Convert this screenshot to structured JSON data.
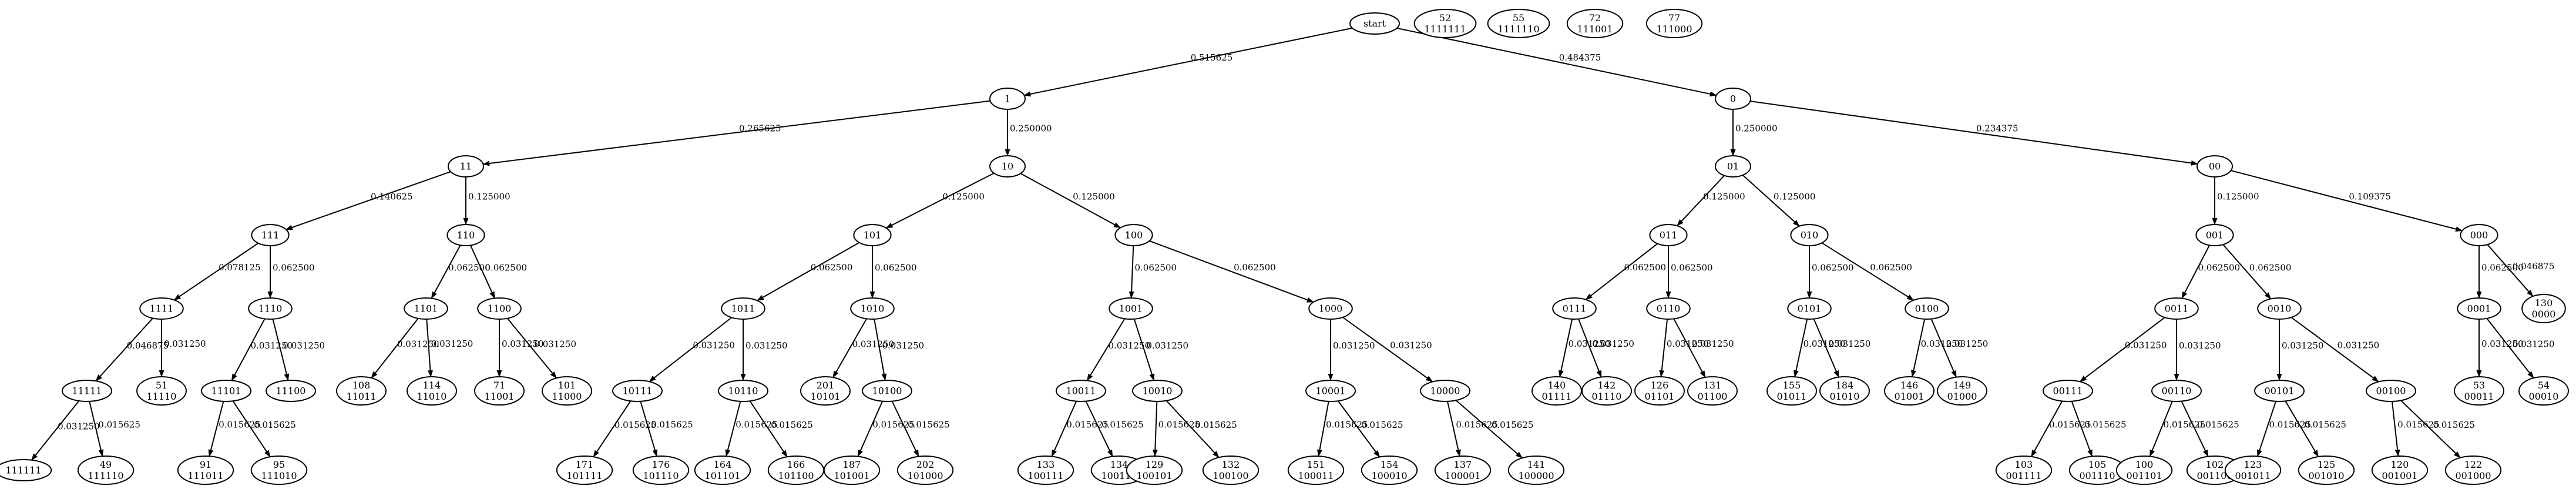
{
  "tree": {
    "nodes": [
      {
        "id": "start",
        "lines": [
          "start"
        ]
      },
      {
        "id": "f52",
        "lines": [
          "52",
          "1111111"
        ]
      },
      {
        "id": "f55",
        "lines": [
          "55",
          "1111110"
        ]
      },
      {
        "id": "f72",
        "lines": [
          "72",
          "111001"
        ]
      },
      {
        "id": "f77",
        "lines": [
          "77",
          "111000"
        ]
      },
      {
        "id": "n1",
        "lines": [
          "1"
        ]
      },
      {
        "id": "n0",
        "lines": [
          "0"
        ]
      },
      {
        "id": "n11",
        "lines": [
          "11"
        ]
      },
      {
        "id": "n10",
        "lines": [
          "10"
        ]
      },
      {
        "id": "n01",
        "lines": [
          "01"
        ]
      },
      {
        "id": "n00",
        "lines": [
          "00"
        ]
      },
      {
        "id": "n111",
        "lines": [
          "111"
        ]
      },
      {
        "id": "n110",
        "lines": [
          "110"
        ]
      },
      {
        "id": "n101",
        "lines": [
          "101"
        ]
      },
      {
        "id": "n100",
        "lines": [
          "100"
        ]
      },
      {
        "id": "n011",
        "lines": [
          "011"
        ]
      },
      {
        "id": "n010",
        "lines": [
          "010"
        ]
      },
      {
        "id": "n001",
        "lines": [
          "001"
        ]
      },
      {
        "id": "n000",
        "lines": [
          "000"
        ]
      },
      {
        "id": "n1111",
        "lines": [
          "1111"
        ]
      },
      {
        "id": "n1110",
        "lines": [
          "1110"
        ]
      },
      {
        "id": "n1101",
        "lines": [
          "1101"
        ]
      },
      {
        "id": "n1100",
        "lines": [
          "1100"
        ]
      },
      {
        "id": "n1011",
        "lines": [
          "1011"
        ]
      },
      {
        "id": "n1010",
        "lines": [
          "1010"
        ]
      },
      {
        "id": "n1001",
        "lines": [
          "1001"
        ]
      },
      {
        "id": "n1000",
        "lines": [
          "1000"
        ]
      },
      {
        "id": "n0111",
        "lines": [
          "0111"
        ]
      },
      {
        "id": "n0110",
        "lines": [
          "0110"
        ]
      },
      {
        "id": "n0101",
        "lines": [
          "0101"
        ]
      },
      {
        "id": "n0100",
        "lines": [
          "0100"
        ]
      },
      {
        "id": "n0011",
        "lines": [
          "0011"
        ]
      },
      {
        "id": "n0010",
        "lines": [
          "0010"
        ]
      },
      {
        "id": "n0001",
        "lines": [
          "0001"
        ]
      },
      {
        "id": "l130",
        "lines": [
          "130",
          "0000"
        ]
      },
      {
        "id": "n11111",
        "lines": [
          "11111"
        ]
      },
      {
        "id": "l51",
        "lines": [
          "51",
          "11110"
        ]
      },
      {
        "id": "n11101",
        "lines": [
          "11101"
        ]
      },
      {
        "id": "l11100",
        "lines": [
          "11100"
        ]
      },
      {
        "id": "l108",
        "lines": [
          "108",
          "11011"
        ]
      },
      {
        "id": "l114",
        "lines": [
          "114",
          "11010"
        ]
      },
      {
        "id": "l71",
        "lines": [
          "71",
          "11001"
        ]
      },
      {
        "id": "l101",
        "lines": [
          "101",
          "11000"
        ]
      },
      {
        "id": "n10111",
        "lines": [
          "10111"
        ]
      },
      {
        "id": "n10110",
        "lines": [
          "10110"
        ]
      },
      {
        "id": "l201",
        "lines": [
          "201",
          "10101"
        ]
      },
      {
        "id": "n10100",
        "lines": [
          "10100"
        ]
      },
      {
        "id": "n10011",
        "lines": [
          "10011"
        ]
      },
      {
        "id": "n10010",
        "lines": [
          "10010"
        ]
      },
      {
        "id": "n10001",
        "lines": [
          "10001"
        ]
      },
      {
        "id": "n10000",
        "lines": [
          "10000"
        ]
      },
      {
        "id": "l140",
        "lines": [
          "140",
          "01111"
        ]
      },
      {
        "id": "l142",
        "lines": [
          "142",
          "01110"
        ]
      },
      {
        "id": "l126",
        "lines": [
          "126",
          "01101"
        ]
      },
      {
        "id": "l131",
        "lines": [
          "131",
          "01100"
        ]
      },
      {
        "id": "l155",
        "lines": [
          "155",
          "01011"
        ]
      },
      {
        "id": "l184",
        "lines": [
          "184",
          "01010"
        ]
      },
      {
        "id": "l146",
        "lines": [
          "146",
          "01001"
        ]
      },
      {
        "id": "l149",
        "lines": [
          "149",
          "01000"
        ]
      },
      {
        "id": "n00111",
        "lines": [
          "00111"
        ]
      },
      {
        "id": "n00110",
        "lines": [
          "00110"
        ]
      },
      {
        "id": "n00101",
        "lines": [
          "00101"
        ]
      },
      {
        "id": "n00100",
        "lines": [
          "00100"
        ]
      },
      {
        "id": "l53",
        "lines": [
          "53",
          "00011"
        ]
      },
      {
        "id": "l54",
        "lines": [
          "54",
          "00010"
        ]
      },
      {
        "id": "l111111",
        "lines": [
          "111111"
        ]
      },
      {
        "id": "l49",
        "lines": [
          "49",
          "111110"
        ]
      },
      {
        "id": "l91",
        "lines": [
          "91",
          "111011"
        ]
      },
      {
        "id": "l95",
        "lines": [
          "95",
          "111010"
        ]
      },
      {
        "id": "l171",
        "lines": [
          "171",
          "101111"
        ]
      },
      {
        "id": "l176",
        "lines": [
          "176",
          "101110"
        ]
      },
      {
        "id": "l164",
        "lines": [
          "164",
          "101101"
        ]
      },
      {
        "id": "l166",
        "lines": [
          "166",
          "101100"
        ]
      },
      {
        "id": "l187",
        "lines": [
          "187",
          "101001"
        ]
      },
      {
        "id": "l202",
        "lines": [
          "202",
          "101000"
        ]
      },
      {
        "id": "l133",
        "lines": [
          "133",
          "100111"
        ]
      },
      {
        "id": "l134",
        "lines": [
          "134",
          "100110"
        ]
      },
      {
        "id": "l129",
        "lines": [
          "129",
          "100101"
        ]
      },
      {
        "id": "l132",
        "lines": [
          "132",
          "100100"
        ]
      },
      {
        "id": "l151",
        "lines": [
          "151",
          "100011"
        ]
      },
      {
        "id": "l154",
        "lines": [
          "154",
          "100010"
        ]
      },
      {
        "id": "l137",
        "lines": [
          "137",
          "100001"
        ]
      },
      {
        "id": "l141",
        "lines": [
          "141",
          "100000"
        ]
      },
      {
        "id": "l103",
        "lines": [
          "103",
          "001111"
        ]
      },
      {
        "id": "l105",
        "lines": [
          "105",
          "001110"
        ]
      },
      {
        "id": "l100",
        "lines": [
          "100",
          "001101"
        ]
      },
      {
        "id": "l102",
        "lines": [
          "102",
          "001100"
        ]
      },
      {
        "id": "l123",
        "lines": [
          "123",
          "001011"
        ]
      },
      {
        "id": "l125",
        "lines": [
          "125",
          "001010"
        ]
      },
      {
        "id": "l120",
        "lines": [
          "120",
          "001001"
        ]
      },
      {
        "id": "l122",
        "lines": [
          "122",
          "001000"
        ]
      }
    ],
    "edges": [
      {
        "from": "start",
        "to": "n1",
        "label": "0.515625"
      },
      {
        "from": "start",
        "to": "n0",
        "label": "0.484375"
      },
      {
        "from": "n1",
        "to": "n11",
        "label": "0.265625"
      },
      {
        "from": "n1",
        "to": "n10",
        "label": "0.250000"
      },
      {
        "from": "n0",
        "to": "n01",
        "label": "0.250000"
      },
      {
        "from": "n0",
        "to": "n00",
        "label": "0.234375"
      },
      {
        "from": "n11",
        "to": "n111",
        "label": "0.140625"
      },
      {
        "from": "n11",
        "to": "n110",
        "label": "0.125000"
      },
      {
        "from": "n10",
        "to": "n101",
        "label": "0.125000"
      },
      {
        "from": "n10",
        "to": "n100",
        "label": "0.125000"
      },
      {
        "from": "n01",
        "to": "n011",
        "label": "0.125000"
      },
      {
        "from": "n01",
        "to": "n010",
        "label": "0.125000"
      },
      {
        "from": "n00",
        "to": "n001",
        "label": "0.125000"
      },
      {
        "from": "n00",
        "to": "n000",
        "label": "0.109375"
      },
      {
        "from": "n111",
        "to": "n1111",
        "label": "0.078125"
      },
      {
        "from": "n111",
        "to": "n1110",
        "label": "0.062500"
      },
      {
        "from": "n110",
        "to": "n1101",
        "label": "0.062500"
      },
      {
        "from": "n110",
        "to": "n1100",
        "label": "0.062500"
      },
      {
        "from": "n101",
        "to": "n1011",
        "label": "0.062500"
      },
      {
        "from": "n101",
        "to": "n1010",
        "label": "0.062500"
      },
      {
        "from": "n100",
        "to": "n1001",
        "label": "0.062500"
      },
      {
        "from": "n100",
        "to": "n1000",
        "label": "0.062500"
      },
      {
        "from": "n011",
        "to": "n0111",
        "label": "0.062500"
      },
      {
        "from": "n011",
        "to": "n0110",
        "label": "0.062500"
      },
      {
        "from": "n010",
        "to": "n0101",
        "label": "0.062500"
      },
      {
        "from": "n010",
        "to": "n0100",
        "label": "0.062500"
      },
      {
        "from": "n001",
        "to": "n0011",
        "label": "0.062500"
      },
      {
        "from": "n001",
        "to": "n0010",
        "label": "0.062500"
      },
      {
        "from": "n000",
        "to": "n0001",
        "label": "0.062500"
      },
      {
        "from": "n000",
        "to": "l130",
        "label": "0.046875"
      },
      {
        "from": "n1111",
        "to": "n11111",
        "label": "0.046875"
      },
      {
        "from": "n1111",
        "to": "l51",
        "label": "0.031250"
      },
      {
        "from": "n1110",
        "to": "n11101",
        "label": "0.031250"
      },
      {
        "from": "n1110",
        "to": "l11100",
        "label": "0.031250"
      },
      {
        "from": "n1101",
        "to": "l108",
        "label": "0.031250"
      },
      {
        "from": "n1101",
        "to": "l114",
        "label": "0.031250"
      },
      {
        "from": "n1100",
        "to": "l71",
        "label": "0.031250"
      },
      {
        "from": "n1100",
        "to": "l101",
        "label": "0.031250"
      },
      {
        "from": "n1011",
        "to": "n10111",
        "label": "0.031250"
      },
      {
        "from": "n1011",
        "to": "n10110",
        "label": "0.031250"
      },
      {
        "from": "n1010",
        "to": "l201",
        "label": "0.031250"
      },
      {
        "from": "n1010",
        "to": "n10100",
        "label": "0.031250"
      },
      {
        "from": "n1001",
        "to": "n10011",
        "label": "0.031250"
      },
      {
        "from": "n1001",
        "to": "n10010",
        "label": "0.031250"
      },
      {
        "from": "n1000",
        "to": "n10001",
        "label": "0.031250"
      },
      {
        "from": "n1000",
        "to": "n10000",
        "label": "0.031250"
      },
      {
        "from": "n0111",
        "to": "l140",
        "label": "0.031250"
      },
      {
        "from": "n0111",
        "to": "l142",
        "label": "0.031250"
      },
      {
        "from": "n0110",
        "to": "l126",
        "label": "0.031250"
      },
      {
        "from": "n0110",
        "to": "l131",
        "label": "0.031250"
      },
      {
        "from": "n0101",
        "to": "l155",
        "label": "0.031250"
      },
      {
        "from": "n0101",
        "to": "l184",
        "label": "0.031250"
      },
      {
        "from": "n0100",
        "to": "l146",
        "label": "0.031250"
      },
      {
        "from": "n0100",
        "to": "l149",
        "label": "0.031250"
      },
      {
        "from": "n0011",
        "to": "n00111",
        "label": "0.031250"
      },
      {
        "from": "n0011",
        "to": "n00110",
        "label": "0.031250"
      },
      {
        "from": "n0010",
        "to": "n00101",
        "label": "0.031250"
      },
      {
        "from": "n0010",
        "to": "n00100",
        "label": "0.031250"
      },
      {
        "from": "n0001",
        "to": "l53",
        "label": "0.031250"
      },
      {
        "from": "n0001",
        "to": "l54",
        "label": "0.031250"
      },
      {
        "from": "n11111",
        "to": "l111111",
        "label": "0.031250"
      },
      {
        "from": "n11111",
        "to": "l49",
        "label": "0.015625"
      },
      {
        "from": "n11101",
        "to": "l91",
        "label": "0.015625"
      },
      {
        "from": "n11101",
        "to": "l95",
        "label": "0.015625"
      },
      {
        "from": "n10111",
        "to": "l171",
        "label": "0.015625"
      },
      {
        "from": "n10111",
        "to": "l176",
        "label": "0.015625"
      },
      {
        "from": "n10110",
        "to": "l164",
        "label": "0.015625"
      },
      {
        "from": "n10110",
        "to": "l166",
        "label": "0.015625"
      },
      {
        "from": "n10100",
        "to": "l187",
        "label": "0.015625"
      },
      {
        "from": "n10100",
        "to": "l202",
        "label": "0.015625"
      },
      {
        "from": "n10011",
        "to": "l133",
        "label": "0.015625"
      },
      {
        "from": "n10011",
        "to": "l134",
        "label": "0.015625"
      },
      {
        "from": "n10010",
        "to": "l129",
        "label": "0.015625"
      },
      {
        "from": "n10010",
        "to": "l132",
        "label": "0.015625"
      },
      {
        "from": "n10001",
        "to": "l151",
        "label": "0.015625"
      },
      {
        "from": "n10001",
        "to": "l154",
        "label": "0.015625"
      },
      {
        "from": "n10000",
        "to": "l137",
        "label": "0.015625"
      },
      {
        "from": "n10000",
        "to": "l141",
        "label": "0.015625"
      },
      {
        "from": "n00111",
        "to": "l103",
        "label": "0.015625"
      },
      {
        "from": "n00111",
        "to": "l105",
        "label": "0.015625"
      },
      {
        "from": "n00110",
        "to": "l100",
        "label": "0.015625"
      },
      {
        "from": "n00110",
        "to": "l102",
        "label": "0.015625"
      },
      {
        "from": "n00101",
        "to": "l123",
        "label": "0.015625"
      },
      {
        "from": "n00101",
        "to": "l125",
        "label": "0.015625"
      },
      {
        "from": "n00100",
        "to": "l120",
        "label": "0.015625"
      },
      {
        "from": "n00100",
        "to": "l122",
        "label": "0.015625"
      }
    ]
  }
}
